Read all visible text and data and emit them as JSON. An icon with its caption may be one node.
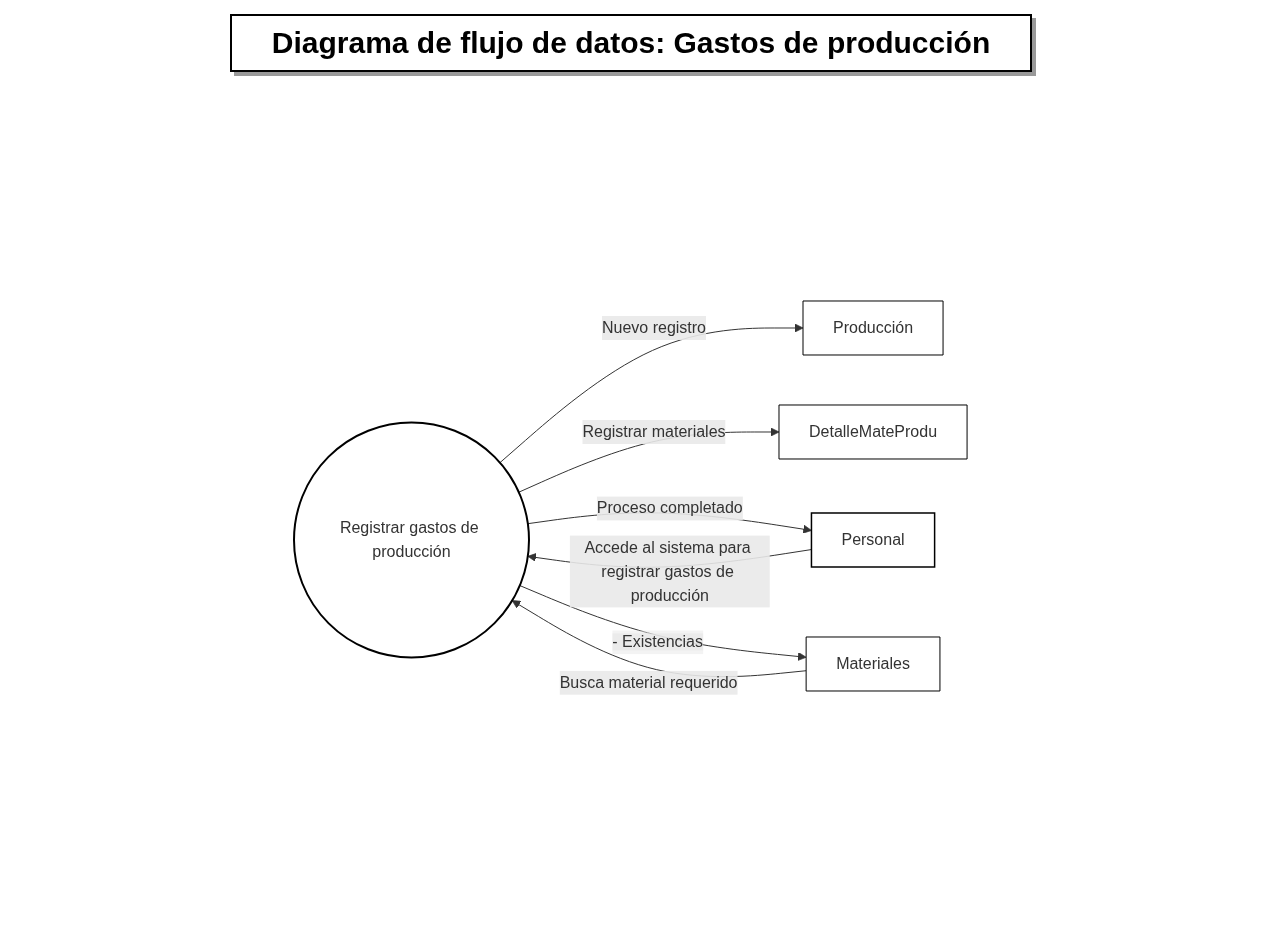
{
  "diagram": {
    "title": "Diagrama de flujo de datos: Gastos de producción",
    "nodes": [
      {
        "text": [
          "Producción"
        ]
      },
      {
        "text": [
          "DetalleMateProdu"
        ]
      },
      {
        "text": [
          "Registrar gastos de producción"
        ]
      },
      {
        "text": [
          "Personal"
        ]
      },
      {
        "text": [
          "Materiales"
        ]
      }
    ],
    "edges": [
      {
        "from": 2,
        "to": 0,
        "arrow": "to",
        "label": "Nuevo registro"
      },
      {
        "from": 2,
        "to": 1,
        "arrow": "to",
        "label": "Registrar materiales"
      },
      {
        "from": 4,
        "to": 2,
        "arrow": "to",
        "label": "Busca material requerido"
      },
      {
        "from": 3,
        "to": 2,
        "arrow": "to",
        "label": "Accede al sistema para registrar gastos de producción"
      },
      {
        "from": 2,
        "to": 3,
        "arrow": "to",
        "label": "Proceso completado"
      },
      {
        "from": 2,
        "to": 4,
        "arrow": "to",
        "label": "- Existencias"
      }
    ]
  }
}
